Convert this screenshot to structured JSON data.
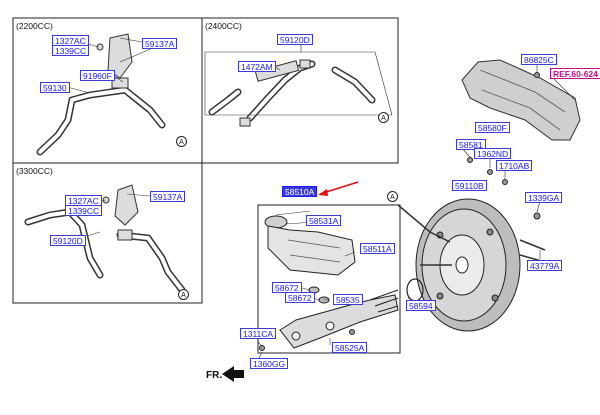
{
  "sections": {
    "s2200": "(2200CC)",
    "s2400": "(2400CC)",
    "s3300": "(3300CC)"
  },
  "labels": {
    "l1327AC_a": "1327AC",
    "l1339CC_a": "1339CC",
    "l59137A_a": "59137A",
    "l91960F": "91960F",
    "l59130": "59130",
    "l59120D_a": "59120D",
    "l1472AM": "1472AM",
    "l86825C": "86825C",
    "lRef": "REF.60-624",
    "l58580F": "58580F",
    "l58581": "58581",
    "l1362ND": "1362ND",
    "l1710AB": "1710AB",
    "l59110B": "59110B",
    "l1339GA": "1339GA",
    "l43779A": "43779A",
    "l58510A": "58510A",
    "l58531A": "58531A",
    "l58511A": "58511A",
    "l58672_a": "58672",
    "l58672_b": "58672",
    "l58535": "58535",
    "l58594": "58594",
    "l1311CA": "1311CA",
    "l58525A": "58525A",
    "l1360GG": "1360GG",
    "l1327AC_b": "1327AC",
    "l1339CC_b": "1339CC",
    "l59137A_b": "59137A",
    "l59120D_b": "59120D"
  },
  "callouts": {
    "a1": "A",
    "a2": "A",
    "a3": "A",
    "a4": "A"
  },
  "fr": "FR."
}
